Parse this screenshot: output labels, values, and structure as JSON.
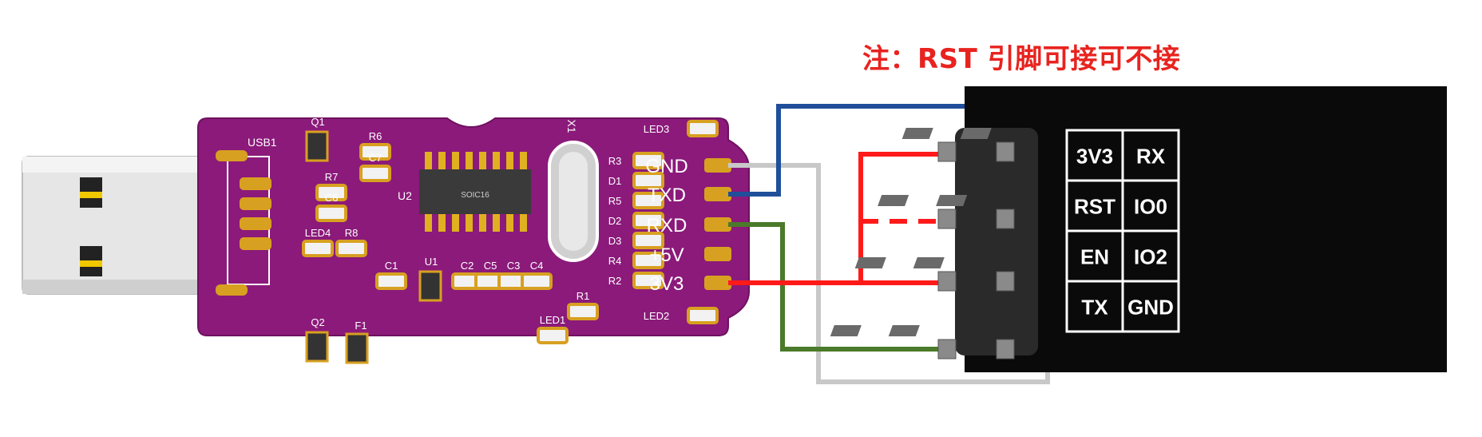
{
  "note": "注：RST 引脚可接可不接",
  "board": {
    "usb_label": "USB1",
    "chip_label": "U2",
    "chip_text": "SOIC16",
    "crystal_label": "X1",
    "components": [
      "Q1",
      "R6",
      "C7",
      "R7",
      "C6",
      "LED4",
      "R8",
      "Q2",
      "F1",
      "C1",
      "U1",
      "C2",
      "C5",
      "C3",
      "C4",
      "R1",
      "LED1",
      "R3",
      "D1",
      "R5",
      "D2",
      "D3",
      "R4",
      "R2",
      "LED3",
      "LED2"
    ],
    "pins": [
      "GND",
      "TXD",
      "RXD",
      "+5V",
      "3V3"
    ]
  },
  "module": {
    "grid": [
      [
        "3V3",
        "RX"
      ],
      [
        "RST",
        "IO0"
      ],
      [
        "EN",
        "IO2"
      ],
      [
        "TX",
        "GND"
      ]
    ]
  },
  "colors": {
    "pcb": "#8b1a7a",
    "gnd_wire": "#c8c8c8",
    "txd_wire": "#1f4f9a",
    "rxd_wire": "#4a7a2a",
    "v33_wire": "#ff1a1a",
    "note": "#e8231f"
  }
}
